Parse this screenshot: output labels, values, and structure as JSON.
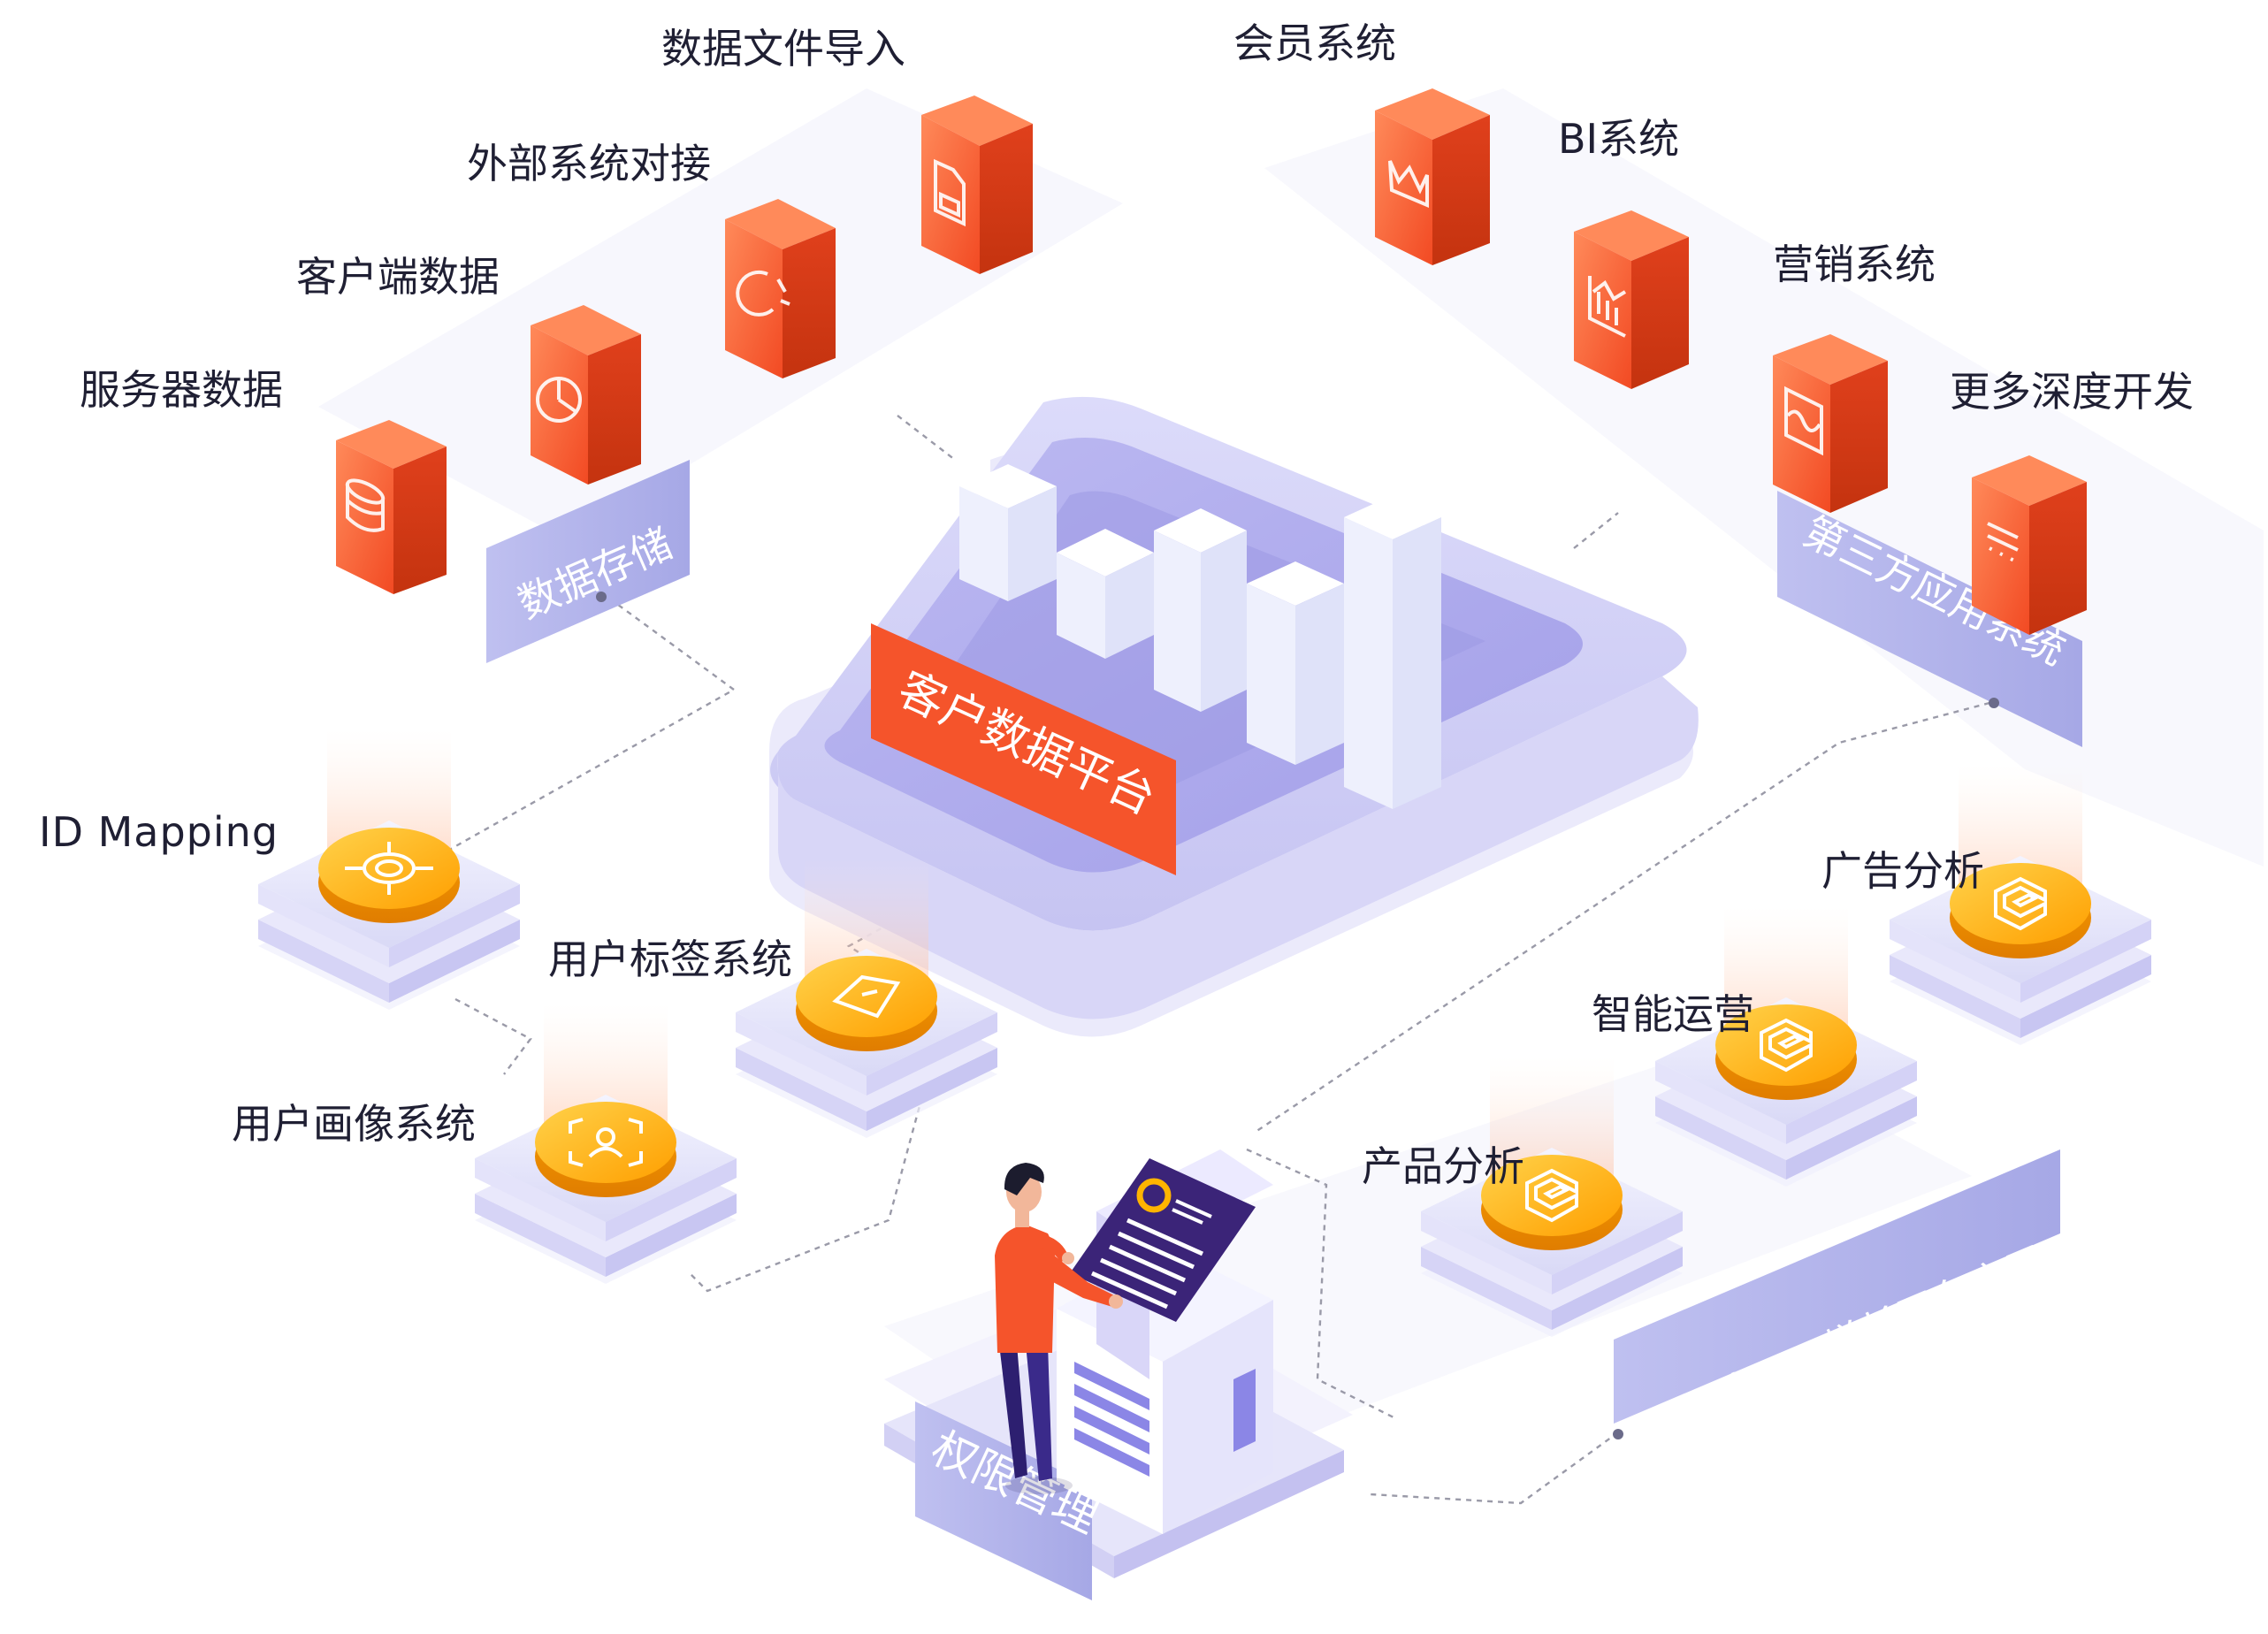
{
  "colors": {
    "accent_orange": "#f5542b",
    "accent_orange_light": "#ff7a45",
    "coin_yellow": "#ffb400",
    "lavender": "#c9c8f2",
    "lavender_dark": "#a9a6e6",
    "text_dark": "#1f1f33",
    "panel_text_white": "#ffffff"
  },
  "center": {
    "platform_label": "客户数据平台"
  },
  "data_storage": {
    "panel_label": "数据存储",
    "items": [
      {
        "label": "服务器数据",
        "icon": "database-icon"
      },
      {
        "label": "客户端数据",
        "icon": "pie-chart-icon"
      },
      {
        "label": "外部系统对接",
        "icon": "ring-chart-icon"
      },
      {
        "label": "数据文件导入",
        "icon": "file-icon"
      }
    ]
  },
  "third_party": {
    "panel_label": "第三方应用系统",
    "items": [
      {
        "label": "会员系统",
        "icon": "crown-icon"
      },
      {
        "label": "BI系统",
        "icon": "bar-chart-icon"
      },
      {
        "label": "营销系统",
        "icon": "wave-chart-icon"
      },
      {
        "label": "更多深度开发",
        "icon": "grid-dots-icon"
      }
    ]
  },
  "modules_left": [
    {
      "label": "ID Mapping",
      "icon": "network-node-icon"
    },
    {
      "label": "用户标签系统",
      "icon": "tag-icon"
    },
    {
      "label": "用户画像系统",
      "icon": "user-portrait-icon"
    }
  ],
  "growingio": {
    "panel_label": "GrowingIO增长平台应用",
    "items": [
      {
        "label": "广告分析",
        "icon": "growingio-logo-icon"
      },
      {
        "label": "智能运营",
        "icon": "growingio-logo-icon"
      },
      {
        "label": "产品分析",
        "icon": "growingio-logo-icon"
      }
    ]
  },
  "permission": {
    "panel_label": "权限管理"
  }
}
